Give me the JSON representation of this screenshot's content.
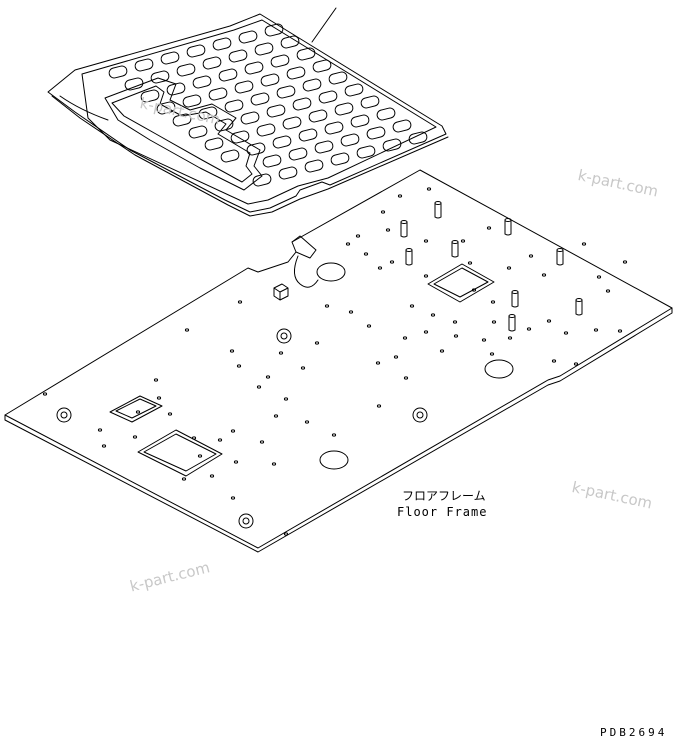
{
  "labels": {
    "floor_frame_jp": "フロアフレーム",
    "floor_frame_en": "Floor Frame",
    "drawing_code": "PDB2694"
  },
  "watermark": "k-part.com",
  "colors": {
    "line": "#000000",
    "background": "#ffffff",
    "watermark": "#c8c8c8"
  }
}
